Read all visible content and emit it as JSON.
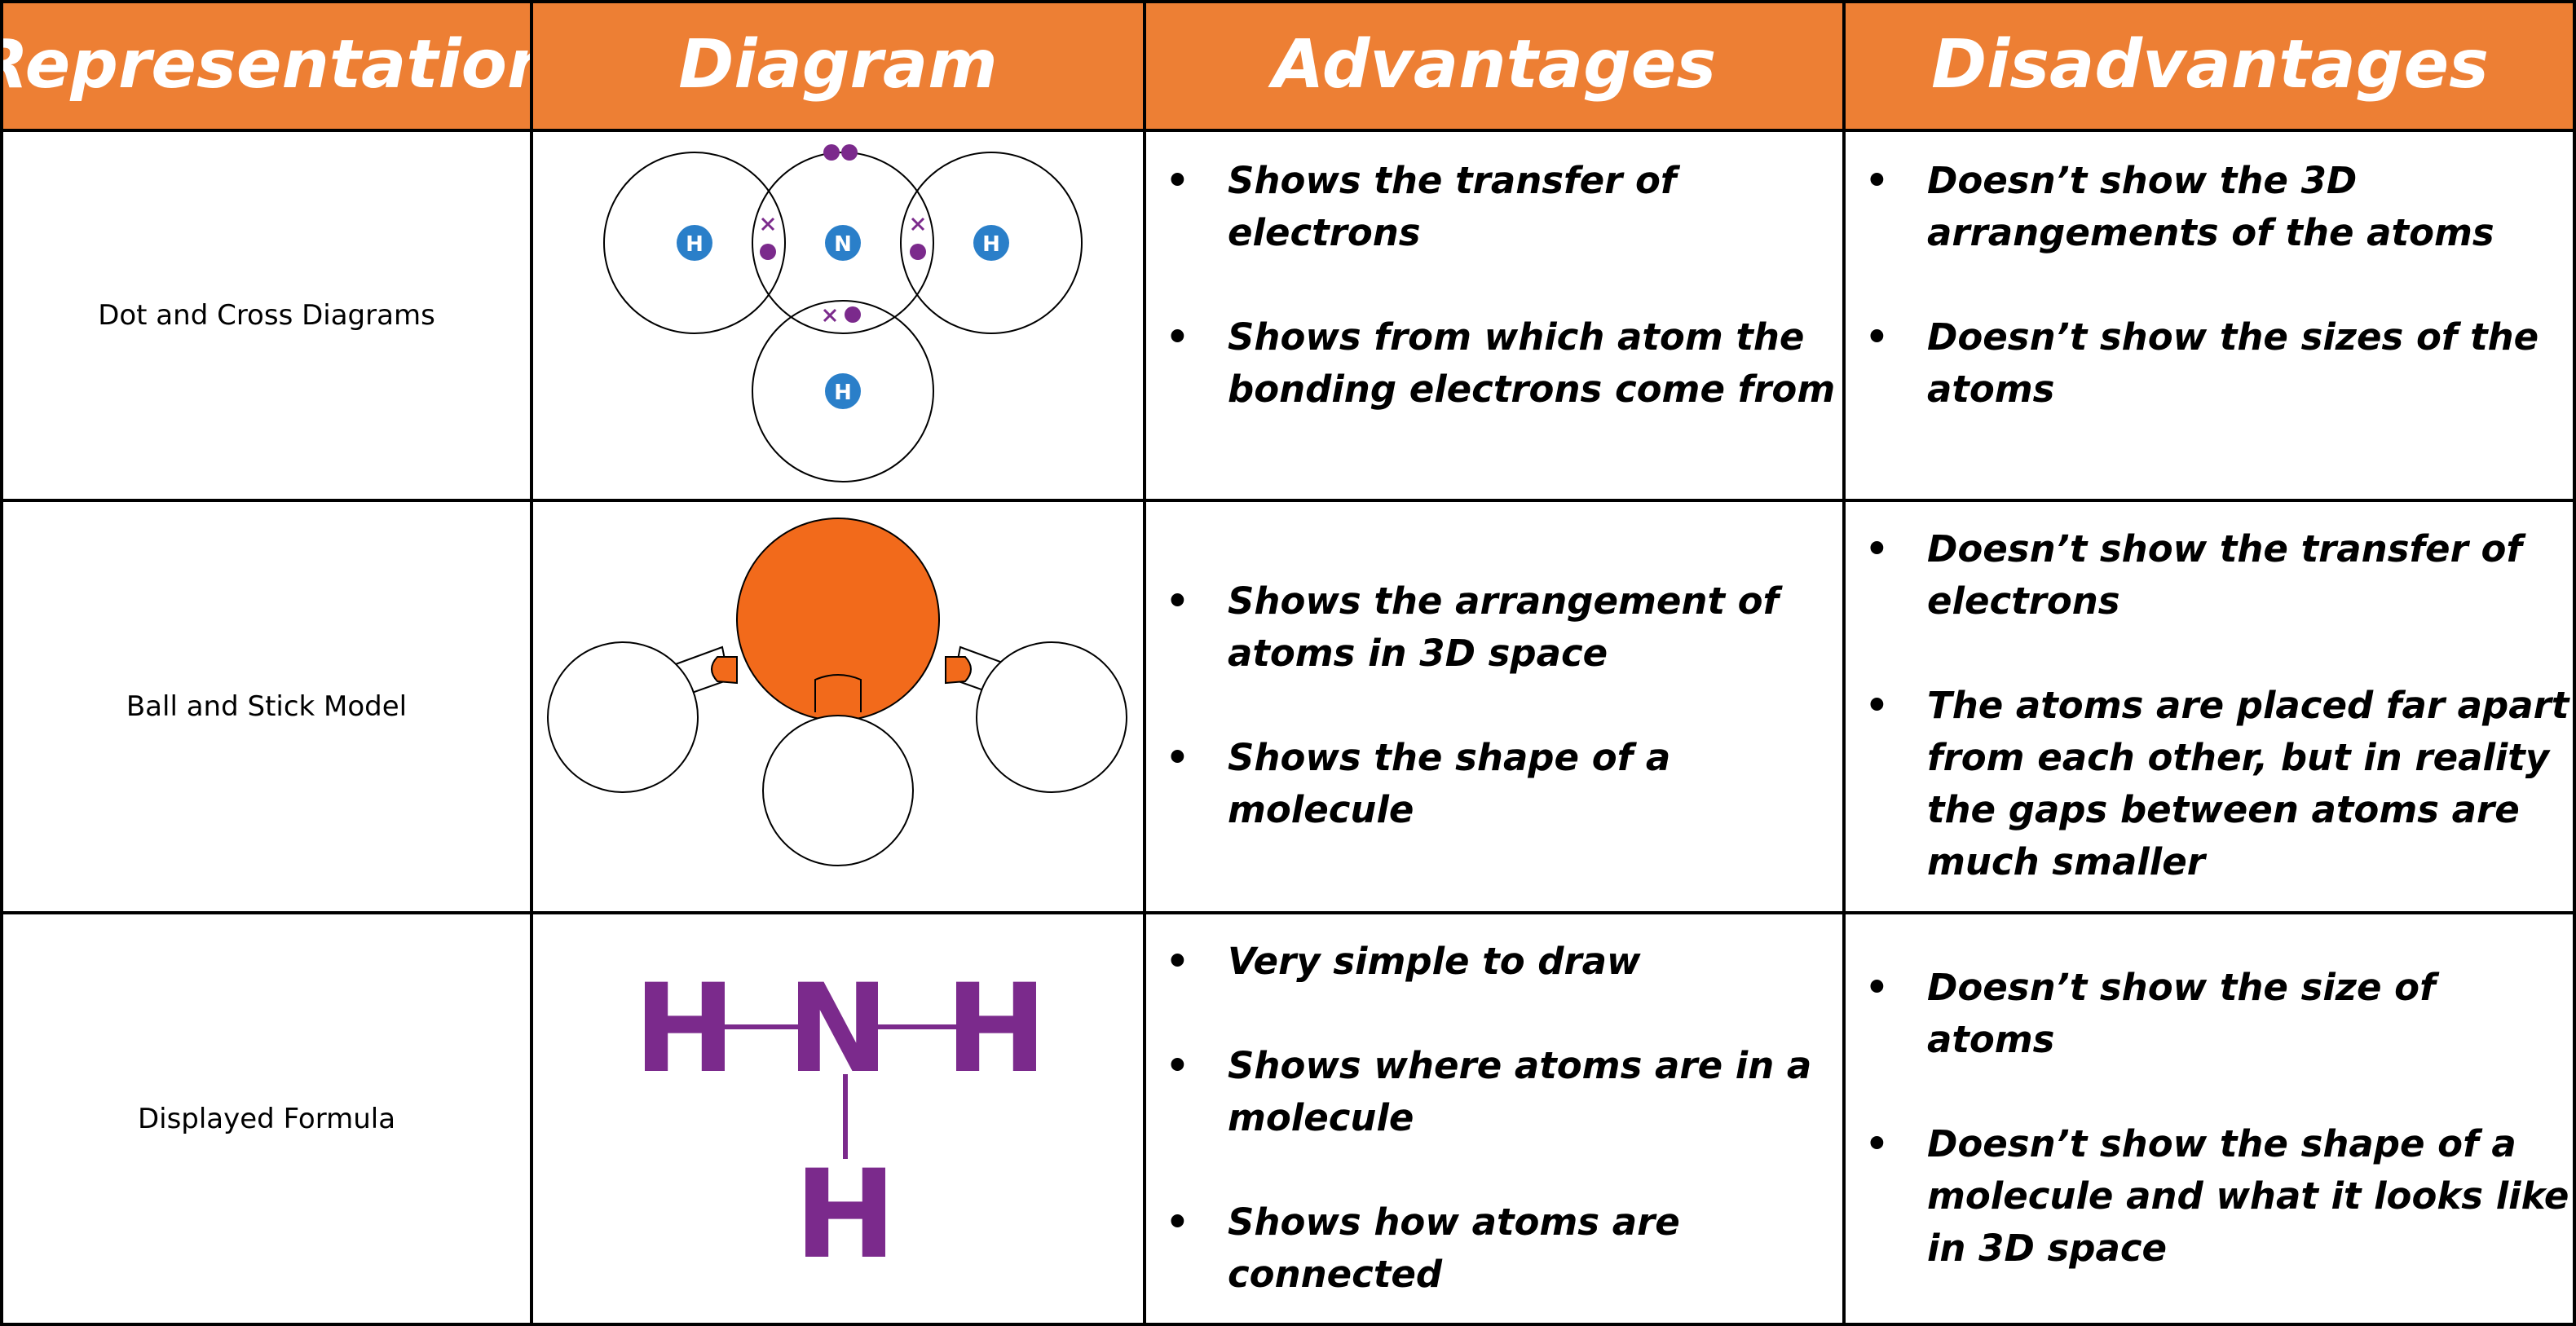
{
  "colors": {
    "header_bg": "#ed7f34",
    "header_text": "#ffffff",
    "atom_blue": "#2a7fc9",
    "electron_purple": "#7b2a8c",
    "ball_orange": "#f26a1b",
    "formula_purple": "#7b2a8c"
  },
  "headers": [
    "Representation",
    "Diagram",
    "Advantages",
    "Disadvantages"
  ],
  "rows": [
    {
      "representation": "Dot and Cross Diagrams",
      "diagram": {
        "atoms": [
          "H",
          "N",
          "H",
          "H"
        ],
        "electron_marks": [
          "dot",
          "cross"
        ]
      },
      "advantages": [
        "Shows the transfer of electrons",
        "Shows from which atom the bonding electrons come from"
      ],
      "disadvantages": [
        "Doesn’t show the 3D arrangements of the atoms",
        "Doesn’t show the sizes of the atoms"
      ]
    },
    {
      "representation": "Ball and Stick Model",
      "advantages": [
        "Shows the arrangement of atoms in 3D space",
        "Shows the shape of a molecule"
      ],
      "disadvantages": [
        "Doesn’t show the transfer of electrons",
        "The atoms are placed far apart from each other, but in reality the gaps between atoms are much smaller"
      ]
    },
    {
      "representation": "Displayed Formula",
      "diagram": {
        "atoms": [
          "H",
          "N",
          "H",
          "H"
        ]
      },
      "advantages": [
        "Very simple to draw",
        "Shows where atoms are in a molecule",
        "Shows how atoms are connected"
      ],
      "disadvantages": [
        "Doesn’t show the size of atoms",
        "Doesn’t show the shape of a molecule and what it looks like in 3D space"
      ]
    }
  ]
}
